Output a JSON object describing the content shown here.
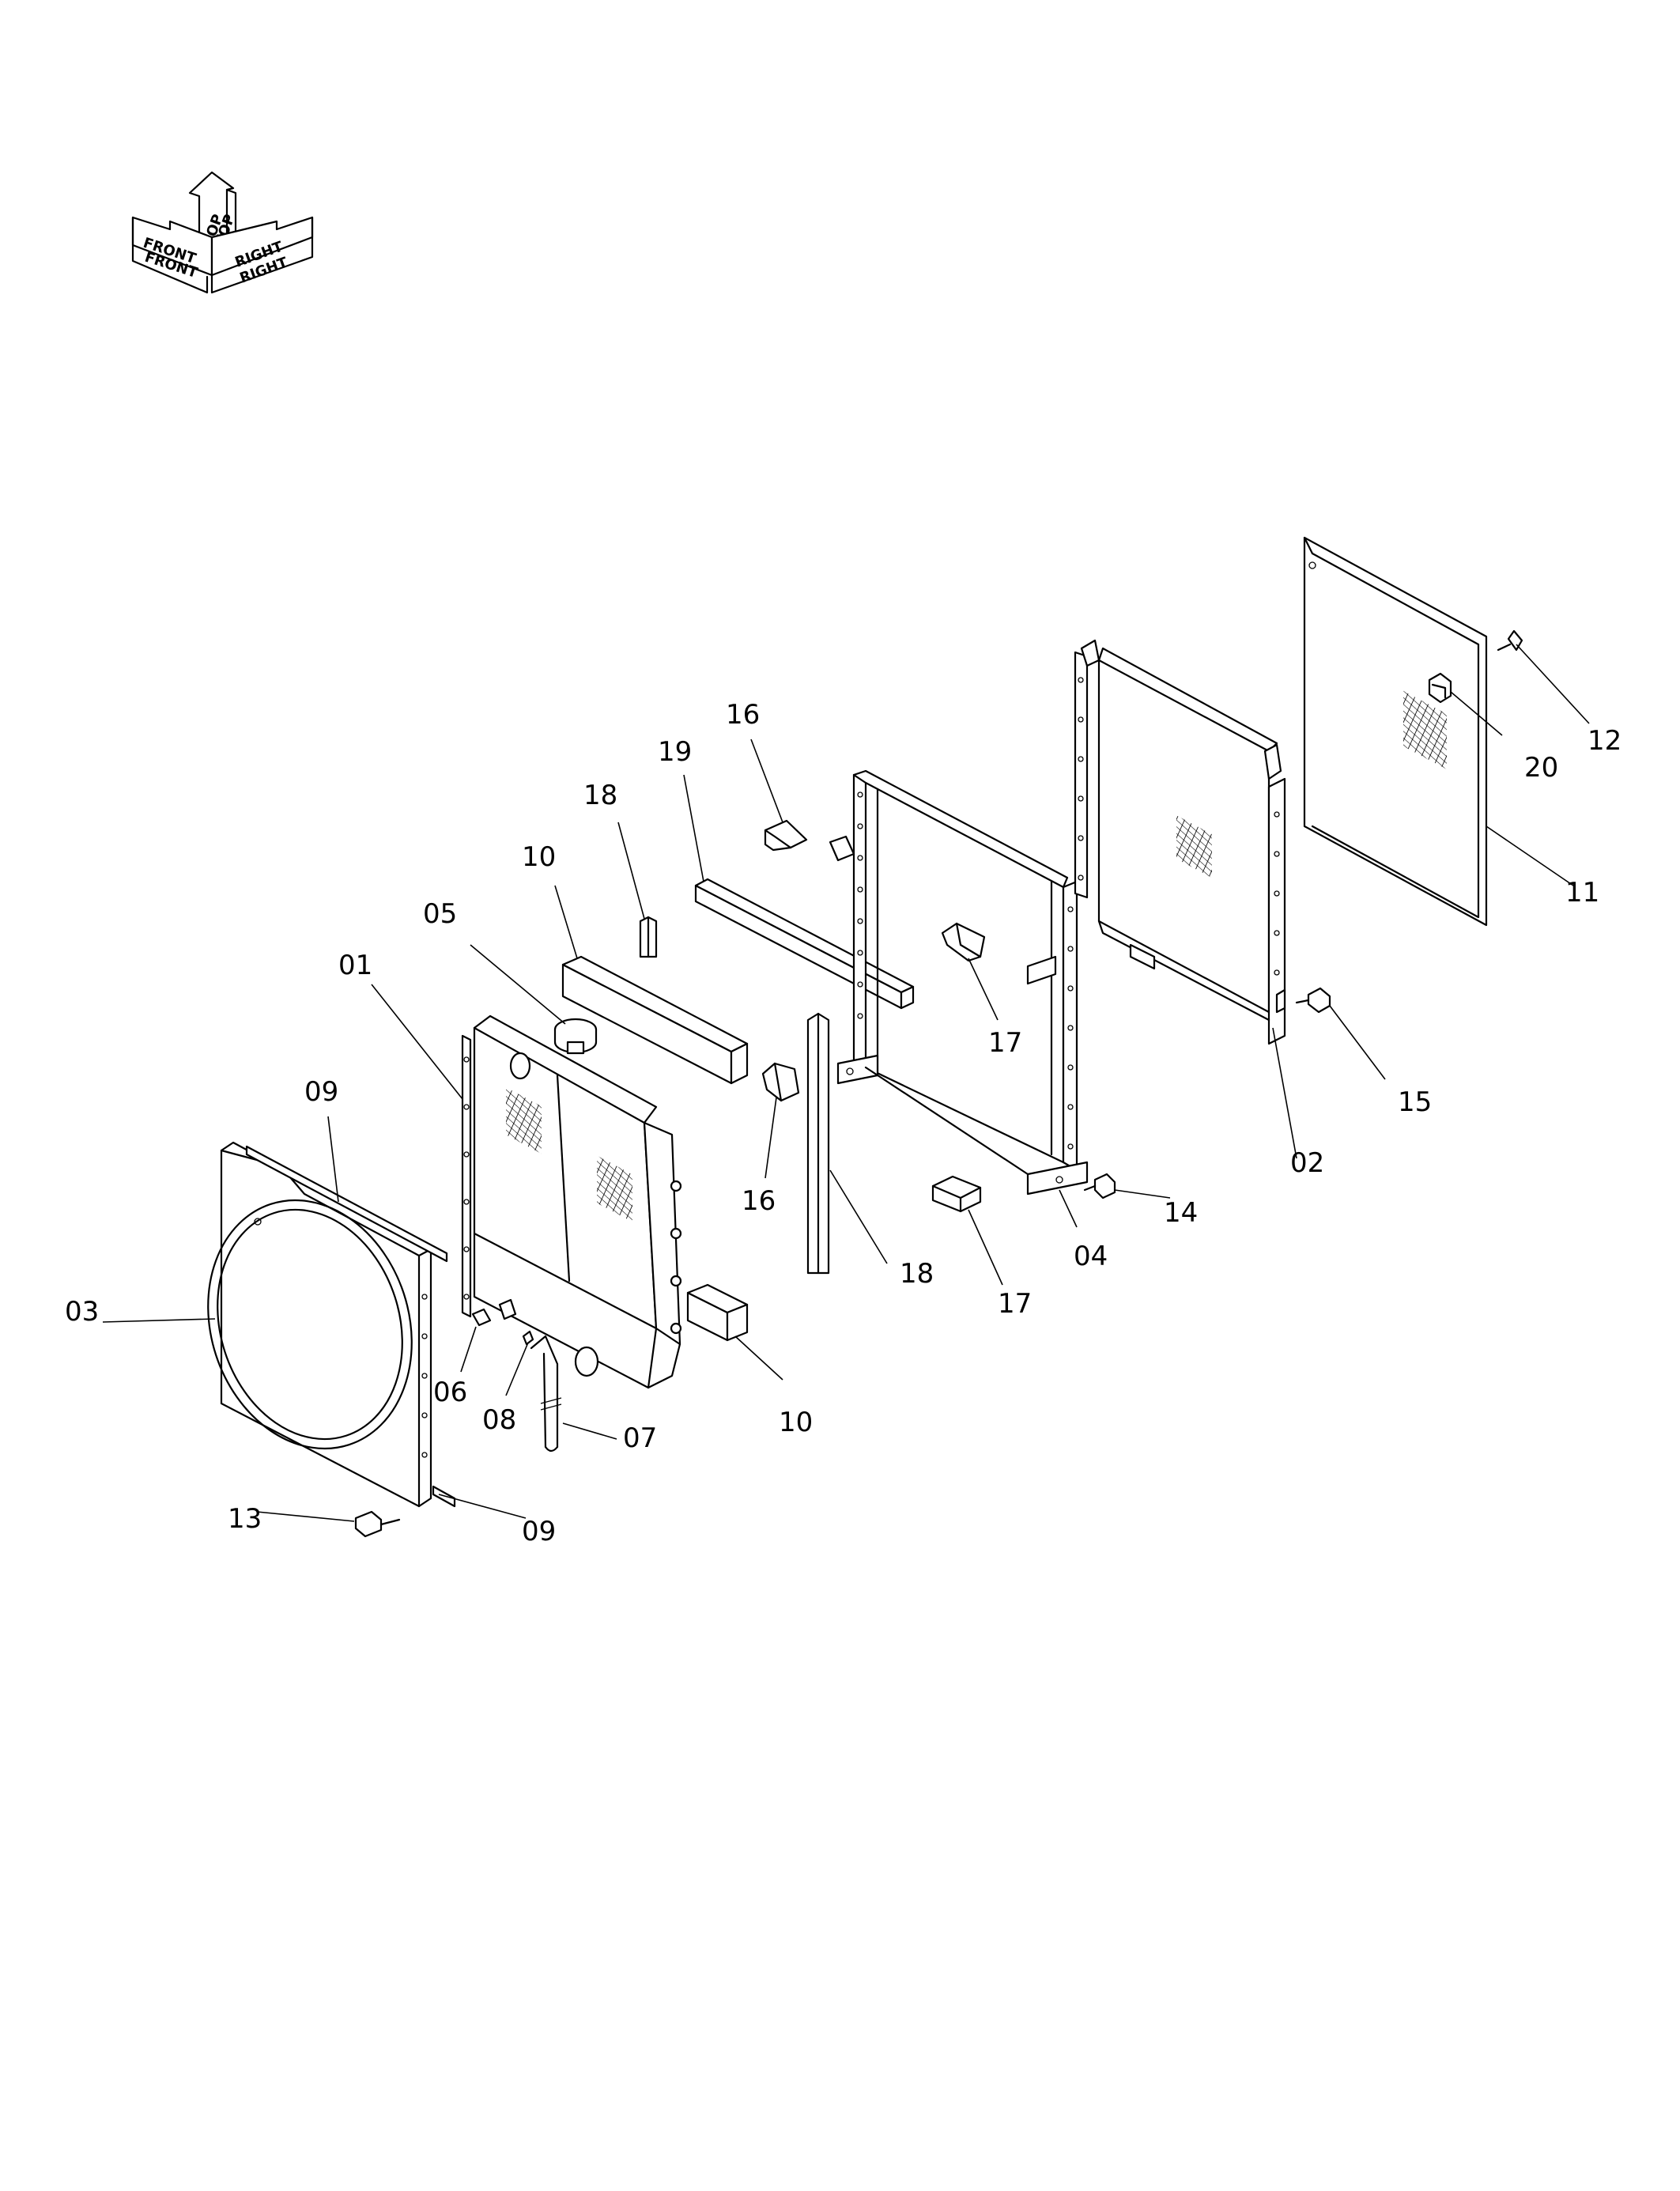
{
  "orientation": {
    "labels": {
      "front": "FRONT",
      "front_mirror": "FRONT",
      "top": "TOP",
      "top_mirror": "TOP",
      "right": "RIGHT",
      "right_mirror": "RIGHT"
    }
  },
  "callouts": [
    {
      "id": "01",
      "text": "01"
    },
    {
      "id": "02",
      "text": "02"
    },
    {
      "id": "03",
      "text": "03"
    },
    {
      "id": "04",
      "text": "04"
    },
    {
      "id": "05",
      "text": "05"
    },
    {
      "id": "06",
      "text": "06"
    },
    {
      "id": "07",
      "text": "07"
    },
    {
      "id": "08",
      "text": "08"
    },
    {
      "id": "09a",
      "text": "09"
    },
    {
      "id": "09b",
      "text": "09"
    },
    {
      "id": "10a",
      "text": "10"
    },
    {
      "id": "10b",
      "text": "10"
    },
    {
      "id": "11",
      "text": "11"
    },
    {
      "id": "12",
      "text": "12"
    },
    {
      "id": "13",
      "text": "13"
    },
    {
      "id": "14",
      "text": "14"
    },
    {
      "id": "15",
      "text": "15"
    },
    {
      "id": "16a",
      "text": "16"
    },
    {
      "id": "16b",
      "text": "16"
    },
    {
      "id": "17a",
      "text": "17"
    },
    {
      "id": "17b",
      "text": "17"
    },
    {
      "id": "18a",
      "text": "18"
    },
    {
      "id": "18b",
      "text": "18"
    },
    {
      "id": "19",
      "text": "19"
    },
    {
      "id": "20",
      "text": "20"
    }
  ]
}
